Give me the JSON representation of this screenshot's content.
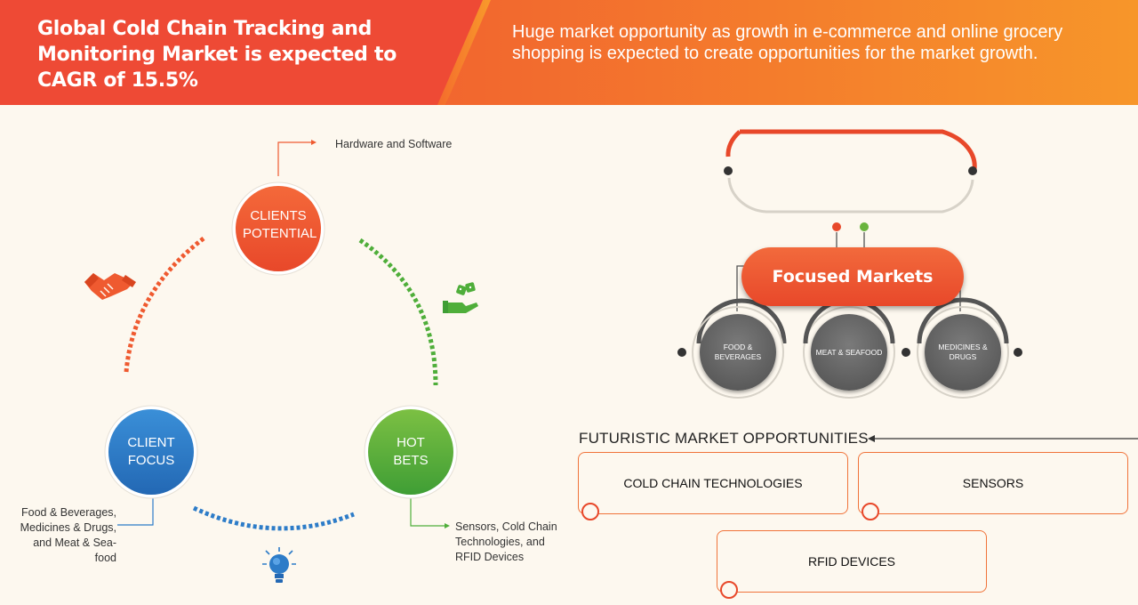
{
  "header": {
    "title": "Global Cold Chain Tracking and Monitoring Market is expected to CAGR of 15.5%",
    "subtitle": "Huge market opportunity as growth in e-commerce and online grocery shopping is expected to create opportunities for the market growth."
  },
  "cycle": {
    "clients_potential": {
      "label": "CLIENTS POTENTIAL",
      "annotation": "Hardware and Software"
    },
    "client_focus": {
      "label": "CLIENT FOCUS",
      "annotation": "Food & Beverages, Medicines & Drugs, and Meat & Sea-food"
    },
    "hot_bets": {
      "label": "HOT BETS",
      "annotation": "Sensors, Cold Chain Technologies, and RFID Devices"
    }
  },
  "focused_markets": {
    "title": "Focused Markets",
    "items": [
      "FOOD & BEVERAGES",
      "MEAT & SEAFOOD",
      "MEDICINES & DRUGS"
    ]
  },
  "futuristic": {
    "title": "FUTURISTIC MARKET OPPORTUNITIES",
    "boxes": [
      "COLD CHAIN TECHNOLOGIES",
      "SENSORS",
      "RFID DEVICES"
    ]
  },
  "colors": {
    "orange": "#ef4f34",
    "green": "#5bb53f",
    "blue": "#2d7cc8",
    "gray": "#555555"
  }
}
